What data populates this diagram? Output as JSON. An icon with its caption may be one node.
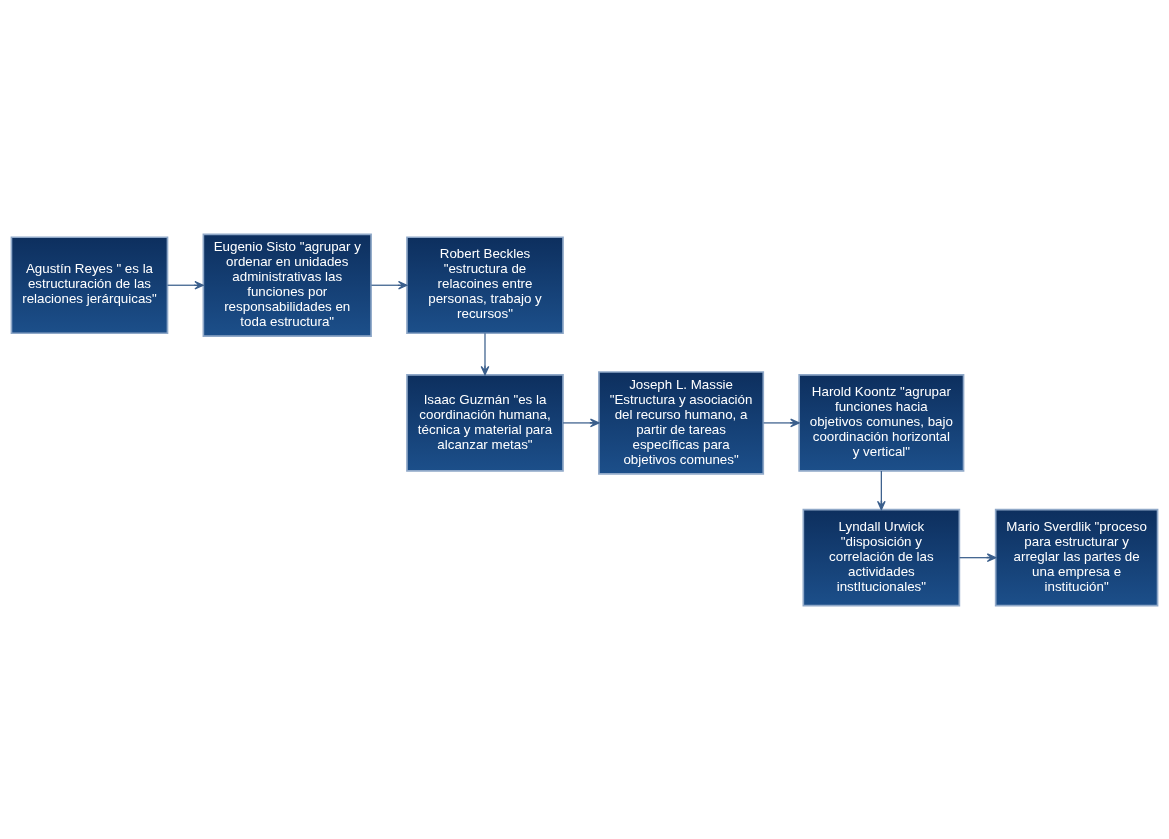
{
  "diagram": {
    "nodes": [
      {
        "text": [
          "Agustín Reyes \" es la estructuración de las relaciones jerárquicas\""
        ]
      },
      {
        "text": [
          "Eugenio Sisto \"agrupar y ordenar en unidades administrativas las funciones por responsabilidades en toda estructura\""
        ]
      },
      {
        "text": [
          "Robert Beckles \"estructura de relacoines entre personas, trabajo y recursos\""
        ]
      },
      {
        "text": [
          "Isaac Guzmán \"es la coordinación humana, técnica y material para alcanzar metas\""
        ]
      },
      {
        "text": [
          "Joseph L. Massie \"Estructura y asociación del recurso humano, a partir de tareas específicas para objetivos comunes\""
        ]
      },
      {
        "text": [
          "Harold Koontz \"agrupar funciones hacia objetivos comunes, bajo coordinación horizontal y vertical\""
        ]
      },
      {
        "text": [
          "Lyndall Urwick \"disposición y correlación de las actividades instItucionales\""
        ]
      },
      {
        "text": [
          "Mario Sverdlik \"proceso para estructurar y arreglar las partes de una empresa e institución\""
        ]
      }
    ],
    "edges": [
      {
        "from": 0,
        "to": 1,
        "arrow": "to"
      },
      {
        "from": 1,
        "to": 2,
        "arrow": "to"
      },
      {
        "from": 2,
        "to": 3,
        "arrow": "to"
      },
      {
        "from": 3,
        "to": 4,
        "arrow": "to"
      },
      {
        "from": 4,
        "to": 5,
        "arrow": "to"
      },
      {
        "from": 5,
        "to": 6,
        "arrow": "to"
      },
      {
        "from": 6,
        "to": 7,
        "arrow": "to"
      }
    ]
  }
}
